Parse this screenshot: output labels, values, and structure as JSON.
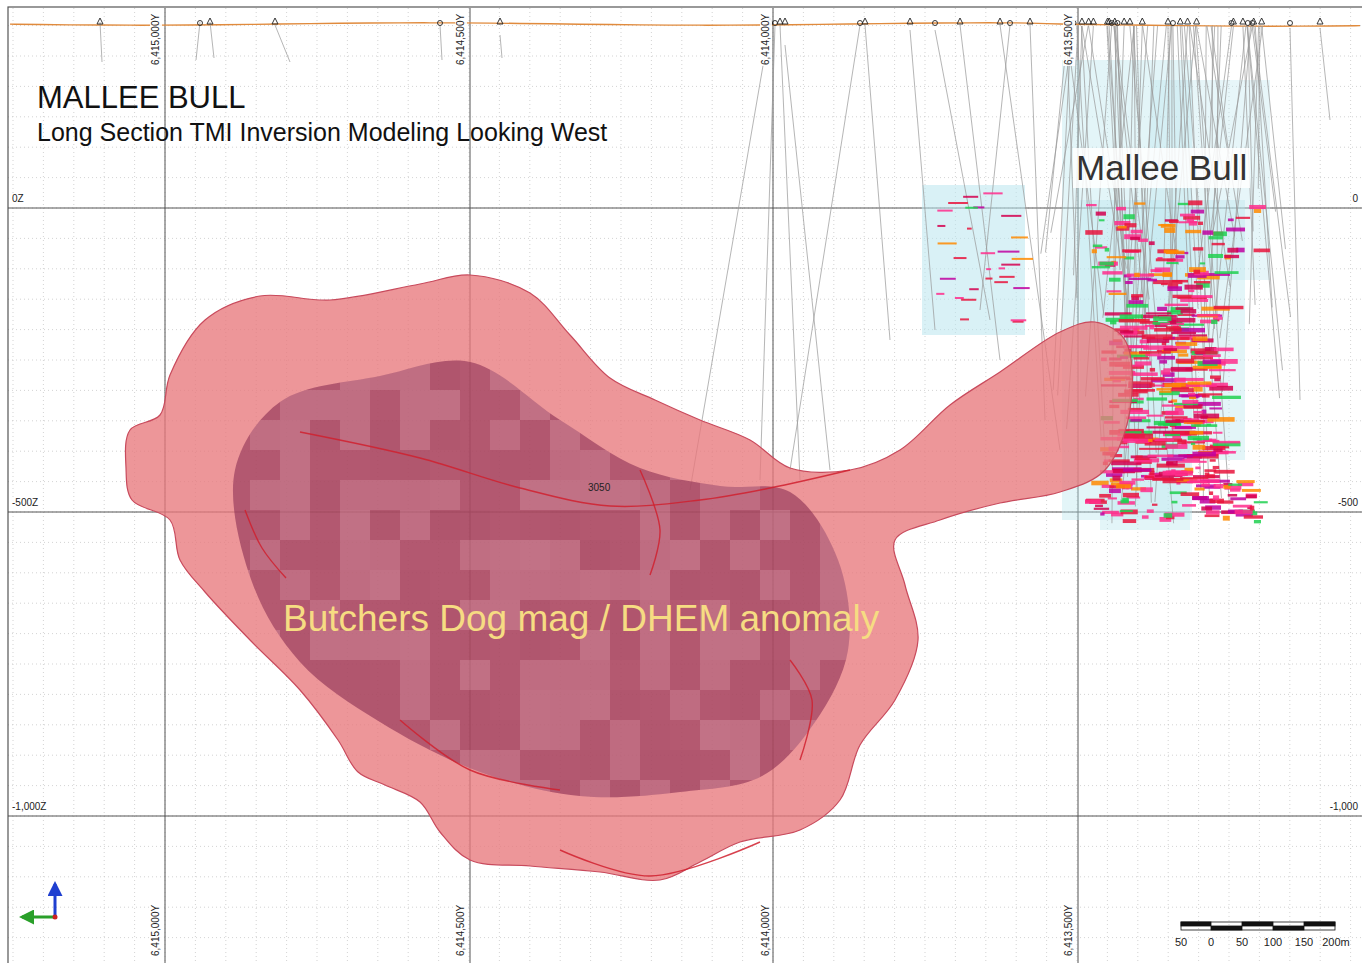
{
  "diagram": {
    "title": "MALLEE BULL",
    "nodes": [
      {
        "text": [
          "Butchers Dog mag / DHEM anomaly"
        ]
      }
    ],
    "labels": [
      "Long Section TMI Inversion Modeling Looking West",
      "Mallee Bull",
      "3050",
      "6,415,000Y",
      "6,414,500Y",
      "6,414,000Y",
      "6,413,500Y",
      "6,415,000Y",
      "6,414,500Y",
      "6,414,000Y",
      "6,413,500Y",
      "0Z",
      "0",
      "-500Z",
      "-500",
      "-1,000Z",
      "-1,000",
      "50",
      "0",
      "50",
      "100",
      "150",
      "200m"
    ]
  }
}
